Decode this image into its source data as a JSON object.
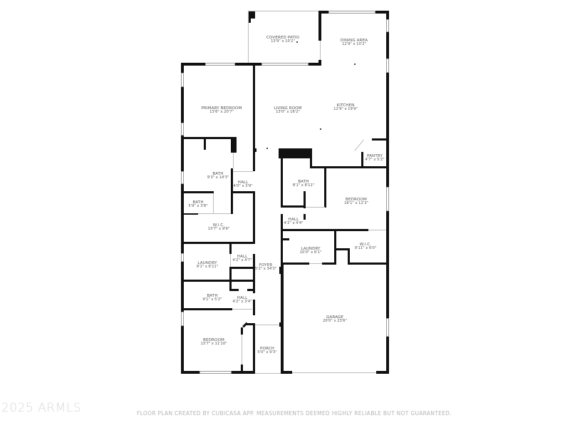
{
  "rooms": {
    "covered_patio": {
      "name": "COVERED PATIO",
      "dim": "13'9\" x 10'2\""
    },
    "dining_area": {
      "name": "DINING AREA",
      "dim": "12'9\" x 10'2\""
    },
    "primary_bedroom": {
      "name": "PRIMARY BEDROOM",
      "dim": "13'6\" x 20'7\""
    },
    "living_room": {
      "name": "LIVING ROOM",
      "dim": "13'0\" x 16'2\""
    },
    "kitchen": {
      "name": "KITCHEN",
      "dim": "12'9\" x 19'9\""
    },
    "pantry": {
      "name": "PANTRY",
      "dim": "4'7\" x 5'2\""
    },
    "bath_primary": {
      "name": "BATH",
      "dim": "9'3\" x 14'3\""
    },
    "hall_1": {
      "name": "HALL",
      "dim": "4'0\" x 3'9\""
    },
    "bath_small": {
      "name": "BATH",
      "dim": "5'9\" x 3'8\""
    },
    "wic_primary": {
      "name": "W.I.C.",
      "dim": "13'7\" x 9'9\""
    },
    "bath_center": {
      "name": "BATH",
      "dim": "8'1\" x 8'11\""
    },
    "bedroom_east": {
      "name": "BEDROOM",
      "dim": "16'1\" x 12'3\""
    },
    "hall_2": {
      "name": "HALL",
      "dim": "4'2\" x 4'4\""
    },
    "laundry_east": {
      "name": "LAUNDRY",
      "dim": "10'0\" x 6'1\""
    },
    "wic_east": {
      "name": "W.I.C.",
      "dim": "9'11\" x 6'0\""
    },
    "laundry_west": {
      "name": "LAUNDRY",
      "dim": "9'1\" x 6'11\""
    },
    "hall_3": {
      "name": "HALL",
      "dim": "4'2\" x 4'7\""
    },
    "foyer": {
      "name": "FOYER",
      "dim": "5'2\" x 34'3\""
    },
    "bath_west": {
      "name": "BATH",
      "dim": "9'1\" x 5'2\""
    },
    "hall_4": {
      "name": "HALL",
      "dim": "4'2\" x 3'4\""
    },
    "garage": {
      "name": "GARAGE",
      "dim": "20'0\" x 23'6\""
    },
    "bedroom_west": {
      "name": "BEDROOM",
      "dim": "13'7\" x 11'10\""
    },
    "porch": {
      "name": "PORCH",
      "dim": "5'0\" x 9'3\""
    }
  },
  "footer": {
    "watermark": "2025 ARMLS",
    "disclaimer": "FLOOR PLAN CREATED BY CUBICASA APP. MEASUREMENTS DEEMED HIGHLY RELIABLE BUT NOT GUARANTEED."
  },
  "colors": {
    "wall": "#111111",
    "label": "#555555",
    "watermark": "#d8d8d8",
    "disclaimer": "#b5b5b5"
  }
}
